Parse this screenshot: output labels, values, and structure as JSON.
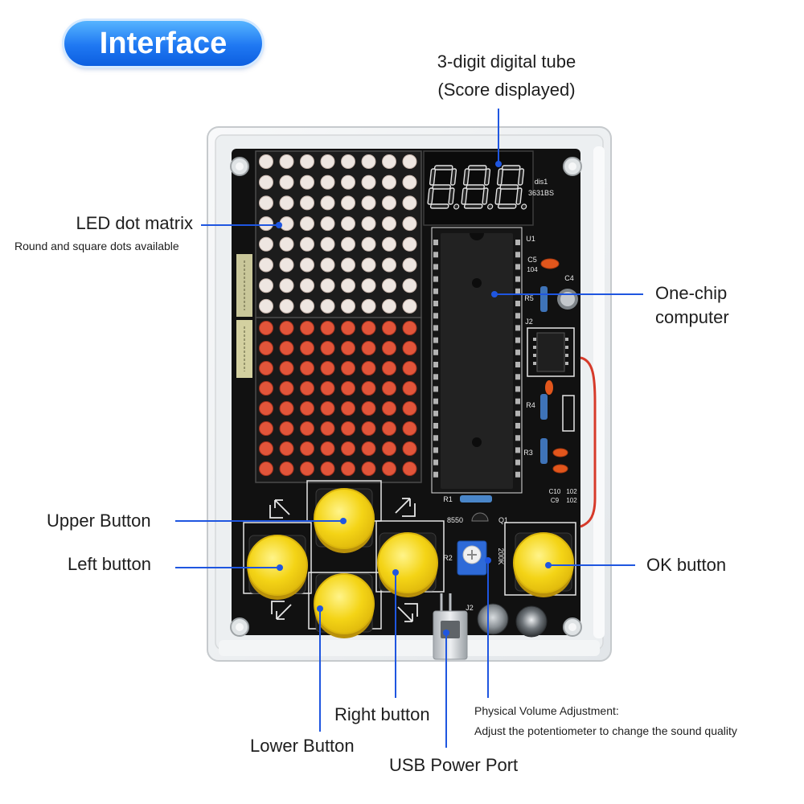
{
  "header": {
    "badge": "Interface"
  },
  "callouts": {
    "digital_tube": {
      "line1": "3-digit digital tube",
      "line2": "(Score displayed)"
    },
    "led_matrix": {
      "title": "LED dot matrix",
      "note": "Round and square dots available"
    },
    "mcu": {
      "line1": "One-chip",
      "line2": "computer"
    },
    "upper_button": "Upper Button",
    "left_button": "Left button",
    "ok_button": "OK button",
    "right_button": "Right button",
    "lower_button": "Lower Button",
    "usb_port": "USB Power Port",
    "volume": {
      "title": "Physical Volume Adjustment:",
      "note": "Adjust the potentiometer to change the sound quality"
    }
  },
  "pcb_labels": {
    "dis1": "dis1",
    "display_part": "3631BS",
    "u1": "U1",
    "c5": "C5",
    "c5_value": "104",
    "c4": "C4",
    "r5": "R5",
    "j2_socket": "J2",
    "r4": "R4",
    "r3": "R3",
    "c10": "C10",
    "c10_value": "102",
    "c9": "C9",
    "c9_value": "102",
    "r1": "R1",
    "q1_part": "8550",
    "q1": "Q1",
    "r2": "R2",
    "pot_value": "200K",
    "usb_j2": "J2"
  },
  "colors": {
    "accent": "#1f56e0",
    "pcb": "#111111",
    "button": "#f4d416",
    "led_lit": "#e2553a",
    "led_unlit": "#eee6e1",
    "potentiometer": "#2e6ad8"
  }
}
